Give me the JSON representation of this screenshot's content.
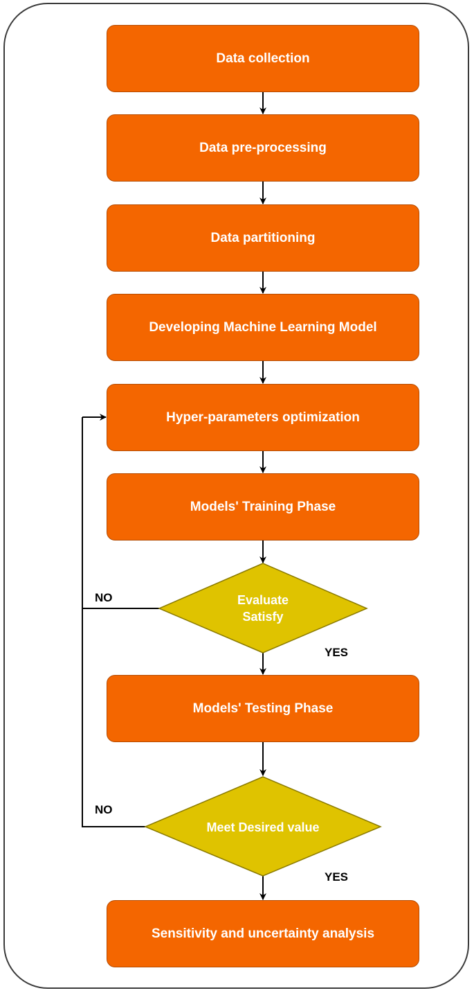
{
  "steps": {
    "data_collection": "Data collection",
    "data_preprocessing": "Data pre-processing",
    "data_partitioning": "Data partitioning",
    "developing_model": "Developing Machine Learning Model",
    "hyperparameters": "Hyper-parameters optimization",
    "training_phase": "Models' Training Phase",
    "testing_phase": "Models' Testing Phase",
    "sensitivity_analysis": "Sensitivity and uncertainty analysis"
  },
  "decisions": {
    "evaluate_line1": "Evaluate",
    "evaluate_line2": "Satisfy",
    "meet_desired": "Meet Desired value"
  },
  "edge_labels": {
    "no_1": "NO",
    "yes_1": "YES",
    "no_2": "NO",
    "yes_2": "YES"
  },
  "colors": {
    "process_fill": "#f46600",
    "decision_fill": "#dfc300",
    "text": "#ffffff",
    "lines": "#000000"
  }
}
